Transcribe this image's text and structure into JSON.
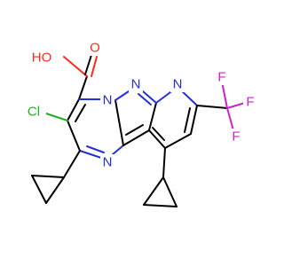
{
  "colors": {
    "bond": "#000000",
    "oxygen": "#ff2a1a",
    "nitrogen": "#2430d6",
    "fluorine": "#cc22cc",
    "chlorine": "#1fb11f"
  },
  "atoms": {
    "o_hydroxyl": "HO",
    "o_carbonyl": "O",
    "cl": "Cl",
    "n_bridge": "N",
    "n_pyrazole": "N",
    "n_pyridine": "N",
    "n_pyrimidine": "N",
    "f_1": "F",
    "f_2": "F",
    "f_3": "F"
  }
}
